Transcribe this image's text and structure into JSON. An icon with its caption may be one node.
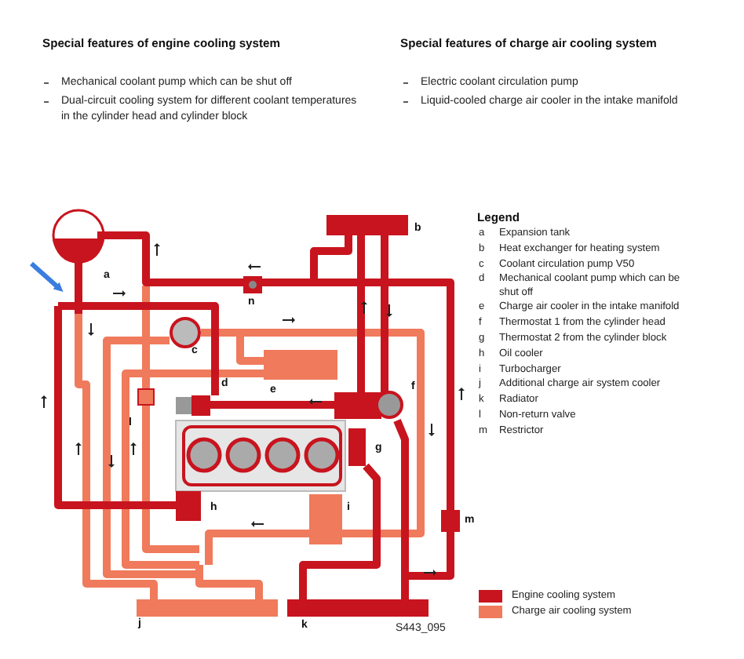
{
  "diagram": {
    "labels": [
      "Special features of engine cooling system",
      "Mechanical coolant pump which can be shut off",
      "Dual-circuit cooling system for different coolant temperatures in the cylinder head and cylinder block",
      "Special features of charge air cooling system",
      "Electric coolant circulation pump",
      "Liquid-cooled charge air cooler in the intake manifold",
      "b",
      "a",
      "n",
      "c",
      "d",
      "f",
      "e",
      "l",
      "g",
      "h",
      "i",
      "m",
      "j",
      "k",
      "S443_095",
      "Legend",
      "a",
      "Expansion tank",
      "b",
      "Heat exchanger for heating system",
      "c",
      "Coolant circulation pump V50",
      "d",
      "Mechanical coolant pump which can be shut off",
      "e",
      "Charge air cooler in the intake manifold",
      "f",
      "Thermostat 1 from the cylinder head",
      "g",
      "Thermostat 2 from the cylinder block",
      "h",
      "Oil cooler",
      "i",
      "Turbocharger",
      "j",
      "Additional charge air system cooler",
      "k",
      "Radiator",
      "l",
      "Non-return valve",
      "m",
      "Restrictor"
    ],
    "legend": [
      {
        "text": "Engine cooling system",
        "color": "#c8141e"
      },
      {
        "text": "Charge air cooling system",
        "color": "#f07a5c"
      }
    ]
  }
}
